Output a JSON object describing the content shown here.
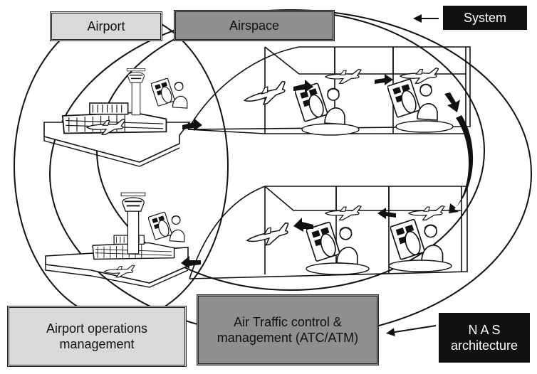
{
  "labels": {
    "airport": "Airport",
    "airspace": "Airspace",
    "system": "System",
    "airport_ops": "Airport operations management",
    "atc": "Air Traffic control & management (ATC/ATM)",
    "nas": "N A S architecture"
  },
  "colors": {
    "label_light": "#d9d9d9",
    "label_mid": "#8f8f8f",
    "label_dark": "#111111"
  },
  "icons": [
    "airplane-icon",
    "control-tower-icon",
    "controller-icon",
    "terminal-building-icon",
    "arrow-icon"
  ]
}
